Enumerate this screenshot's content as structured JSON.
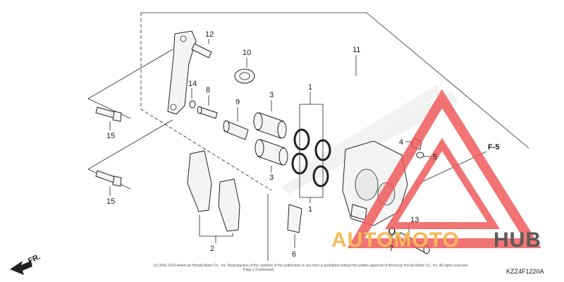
{
  "diagram": {
    "callouts": {
      "c1_top": "1",
      "c1_bottom": "1",
      "c2": "2",
      "c3_top": "3",
      "c3_bottom": "3",
      "c4": "4",
      "c5": "5",
      "c6": "6",
      "c7": "7",
      "c8": "8",
      "c9": "9",
      "c10": "10",
      "c11": "11",
      "c12": "12",
      "c13": "13",
      "c14": "14",
      "c15_top": "15",
      "c15_bottom": "15",
      "ref": "F-5"
    },
    "direction_label": "FR.",
    "diagram_code": "KZZ4F1220A",
    "copyright": "(c) 2003-2019 American Honda Motor Co., Inc. Reproduction of the contents of this publication in any form is prohibited without the written approval of American Honda Motor Co., Inc. All rights reserved.",
    "copyright_line2": "Page 1 (Continued)"
  },
  "watermark": {
    "text_part1": "AUTOMOTO",
    "text_part2": "HUB",
    "colors": {
      "triangle": "#ef5a5a",
      "text_accent": "#f5b95a",
      "text_dark": "#5a5a5a"
    }
  }
}
